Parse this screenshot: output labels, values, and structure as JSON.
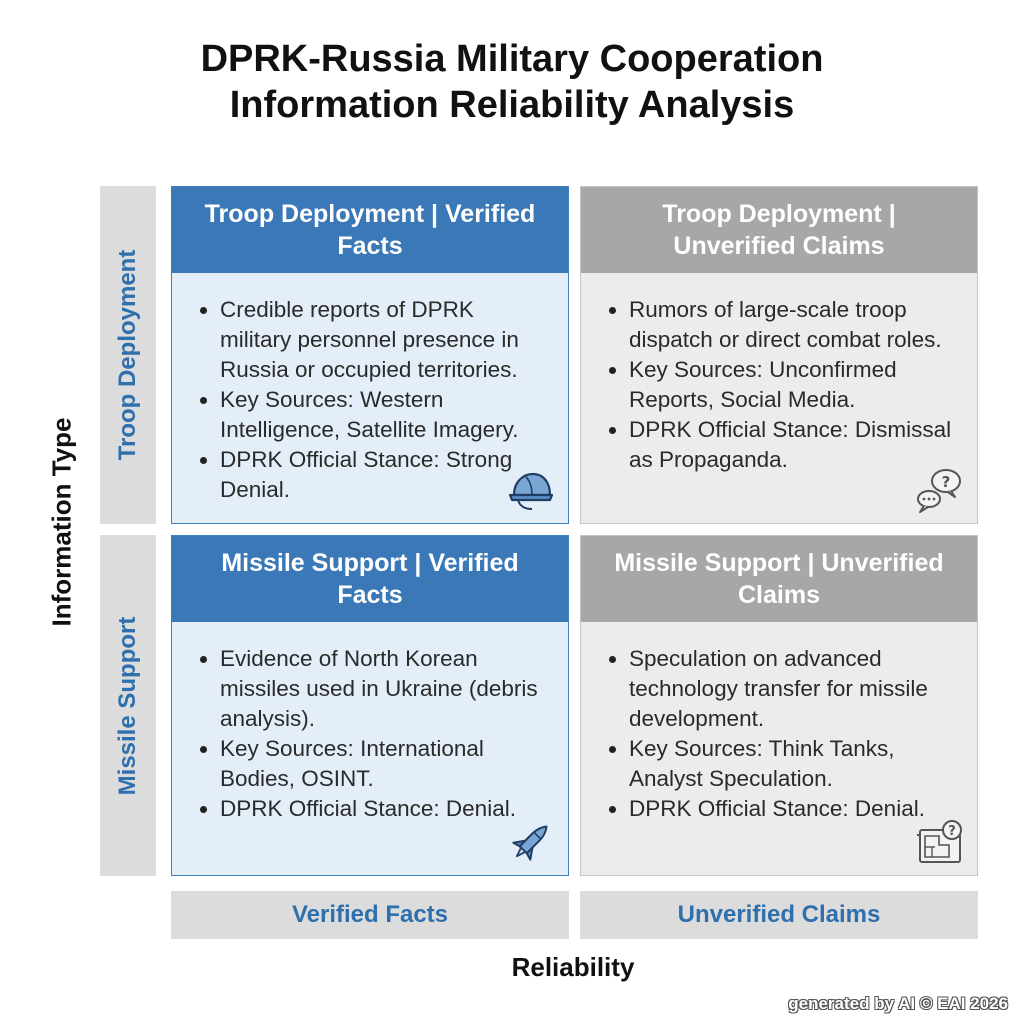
{
  "title": {
    "line1": "DPRK-Russia Military Cooperation",
    "line2": "Information Reliability Analysis"
  },
  "y_axis_label": "Information Type",
  "x_axis_label": "Reliability",
  "rows": [
    "Troop Deployment",
    "Missile Support"
  ],
  "columns": [
    "Verified Facts",
    "Unverified Claims"
  ],
  "cells": [
    {
      "header": "Troop Deployment | Verified Facts",
      "bullets": [
        "Credible reports of DPRK military personnel presence in Russia or occupied territories.",
        "Key Sources: Western Intelligence, Satellite Imagery.",
        "DPRK Official Stance: Strong Denial."
      ],
      "icon": "helmet-icon"
    },
    {
      "header": "Troop Deployment | Unverified Claims",
      "bullets": [
        "Rumors of large-scale troop dispatch or direct combat roles.",
        "Key Sources: Unconfirmed Reports, Social Media.",
        "DPRK Official Stance: Dismissal as Propaganda."
      ],
      "icon": "speech-bubble-question-icon"
    },
    {
      "header": "Missile Support | Verified Facts",
      "bullets": [
        "Evidence of North Korean missiles used in Ukraine (debris analysis).",
        "Key Sources: International Bodies, OSINT.",
        "DPRK Official Stance: Denial."
      ],
      "icon": "missile-icon"
    },
    {
      "header": "Missile Support | Unverified Claims",
      "bullets": [
        "Speculation on advanced technology transfer for missile development.",
        "Key Sources: Think Tanks, Analyst Speculation.",
        "DPRK Official Stance: Denial."
      ],
      "icon": "blueprint-question-icon"
    }
  ],
  "colors": {
    "verified_header": "#3a78b8",
    "verified_body": "#e3eef9",
    "unverified_header": "#a7a7a7",
    "unverified_body": "#ececec",
    "label_text": "#2e6fad"
  },
  "watermark": "generated by AI © EAI 2026"
}
